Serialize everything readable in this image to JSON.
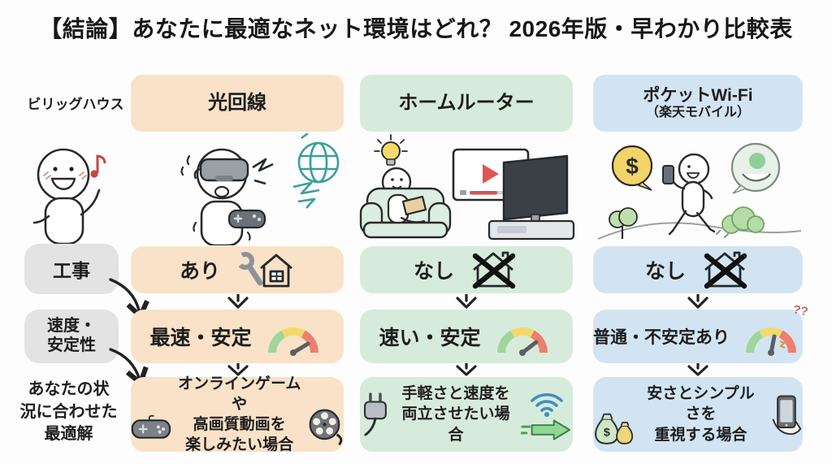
{
  "title": "【結論】あなたに最適なネット環境はどれ？ 2026年版・早わかり比較表",
  "brand": "ビリッグハウス",
  "row_labels": {
    "construction": "工事",
    "speed_line1": "速度・",
    "speed_line2": "安定性",
    "best_line1": "あなたの状",
    "best_line2": "況に合わせた",
    "best_line3": "最適解"
  },
  "columns": [
    {
      "header": "光回線",
      "accent": "#F9E2C7",
      "construction": "あり",
      "speed": "最速・安定",
      "usecase_line1": "オンラインゲームや",
      "usecase_line2": "高画質動画を",
      "usecase_line3": "楽しみたい場合"
    },
    {
      "header": "ホームルーター",
      "accent": "#D7EBDC",
      "construction": "なし",
      "speed": "速い・安定",
      "usecase_line1": "手軽さと速度を",
      "usecase_line2": "両立させたい場合"
    },
    {
      "header": "ポケットWi-Fi",
      "subheader": "（楽天モバイル）",
      "accent": "#D2E4F2",
      "construction": "なし",
      "speed": "普通・不安定あり",
      "usecase_line1": "安さとシンプルさを",
      "usecase_line2": "重視する場合"
    }
  ],
  "icons": {
    "dollar": "$",
    "question_marks": "??",
    "music_note": "♪"
  }
}
